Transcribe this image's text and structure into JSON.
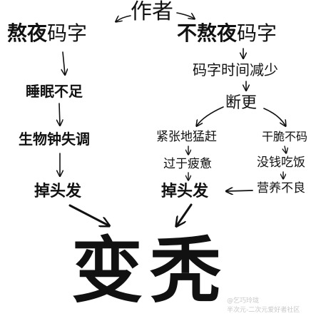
{
  "author": "作者",
  "left_branch": {
    "root_bold": "熬夜",
    "root_rest": "码字",
    "steps": [
      "睡眠不足",
      "生物钟失调",
      "掉头发"
    ]
  },
  "right_branch": {
    "root_bold": "不熬夜",
    "root_rest": "码字",
    "step1": "码字时间减少",
    "step2": "断更",
    "left_path": [
      "紧张地猛赶",
      "过于疲惫",
      "掉头发"
    ],
    "right_path": [
      "干脆不码",
      "没钱吃饭",
      "营养不良"
    ]
  },
  "result": "变秃",
  "watermark": {
    "line1": "@乞巧玲珑",
    "line2": "半次元-二次元爱好者社区"
  }
}
